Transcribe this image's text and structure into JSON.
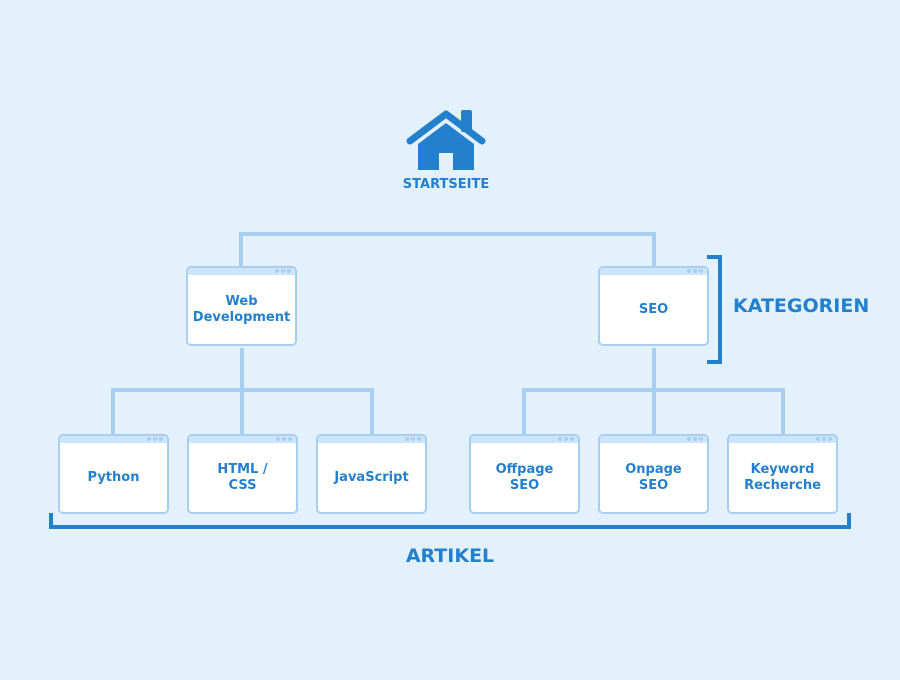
{
  "home": {
    "label": "STARTSEITE",
    "icon": "house-icon"
  },
  "categories_label": "KATEGORIEN",
  "articles_label": "ARTIKEL",
  "categories": [
    {
      "label": "Web\nDevelopment",
      "articles": [
        {
          "label": "Python"
        },
        {
          "label": "HTML /\nCSS"
        },
        {
          "label": "JavaScript"
        }
      ]
    },
    {
      "label": "SEO",
      "articles": [
        {
          "label": "Offpage\nSEO"
        },
        {
          "label": "Onpage\nSEO"
        },
        {
          "label": "Keyword\nRecherche"
        }
      ]
    }
  ],
  "colors": {
    "background": "#e3f1fd",
    "accent": "#2280cc",
    "connector": "#a9cff0"
  }
}
